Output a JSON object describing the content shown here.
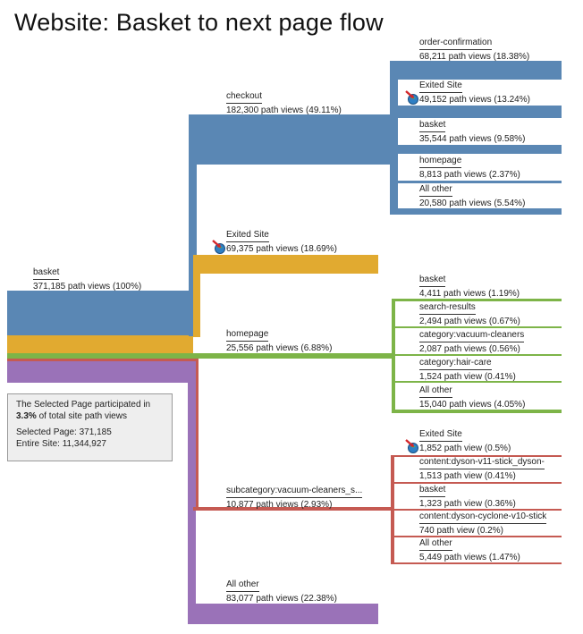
{
  "title": "Website: Basket to next page flow",
  "colors": {
    "blue": "#5a87b4",
    "orange": "#e1aa30",
    "green": "#7db448",
    "red": "#c55a52",
    "purple": "#9a72b8"
  },
  "root": {
    "name": "basket",
    "views": "371,185 path views (100%)"
  },
  "branches": [
    {
      "id": "checkout",
      "name": "checkout",
      "views": "182,300 path views (49.11%)",
      "color": "blue",
      "exit_icon": false,
      "children": [
        {
          "name": "order-confirmation",
          "views": "68,211 path views (18.38%)",
          "exit_icon": false
        },
        {
          "name": "Exited Site",
          "views": "49,152 path views (13.24%)",
          "exit_icon": true
        },
        {
          "name": "basket",
          "views": "35,544 path views (9.58%)",
          "exit_icon": false
        },
        {
          "name": "homepage",
          "views": "8,813 path views (2.37%)",
          "exit_icon": false
        },
        {
          "name": "All other",
          "views": "20,580 path views (5.54%)",
          "exit_icon": false
        }
      ]
    },
    {
      "id": "exited",
      "name": "Exited Site",
      "views": "69,375 path views (18.69%)",
      "color": "orange",
      "exit_icon": true,
      "children": []
    },
    {
      "id": "homepage",
      "name": "homepage",
      "views": "25,556 path views (6.88%)",
      "color": "green",
      "exit_icon": false,
      "children": [
        {
          "name": "basket",
          "views": "4,411 path views (1.19%)",
          "exit_icon": false
        },
        {
          "name": "search-results",
          "views": "2,494 path views (0.67%)",
          "exit_icon": false
        },
        {
          "name": "category:vacuum-cleaners",
          "views": "2,087 path views (0.56%)",
          "exit_icon": false
        },
        {
          "name": "category:hair-care",
          "views": "1,524 path view (0.41%)",
          "exit_icon": false
        },
        {
          "name": "All other",
          "views": "15,040 path views (4.05%)",
          "exit_icon": false
        }
      ]
    },
    {
      "id": "subcategory",
      "name": "subcategory:vacuum-cleaners_s...",
      "views": "10,877 path views (2.93%)",
      "color": "red",
      "exit_icon": false,
      "children": [
        {
          "name": "Exited Site",
          "views": "1,852 path view (0.5%)",
          "exit_icon": true
        },
        {
          "name": "content:dyson-v11-stick_dyson-",
          "views": "1,513 path view (0.41%)",
          "exit_icon": false
        },
        {
          "name": "basket",
          "views": "1,323 path view (0.36%)",
          "exit_icon": false
        },
        {
          "name": "content:dyson-cyclone-v10-stick",
          "views": "740 path view (0.2%)",
          "exit_icon": false
        },
        {
          "name": "All other",
          "views": "5,449 path views (1.47%)",
          "exit_icon": false
        }
      ]
    },
    {
      "id": "allother",
      "name": "All other",
      "views": "83,077 path views (22.38%)",
      "color": "purple",
      "exit_icon": false,
      "children": []
    }
  ],
  "info": {
    "line1": "The Selected Page participated in",
    "pct": "3.3%",
    "line2_suffix": " of total site  path views",
    "selected": "Selected Page: 371,185",
    "entire": "Entire Site: 11,344,927"
  }
}
